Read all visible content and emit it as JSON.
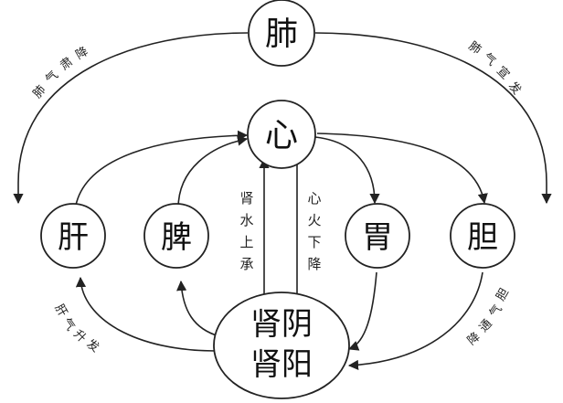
{
  "nodes": {
    "lung": "肺",
    "heart": "心",
    "liver": "肝",
    "spleen": "脾",
    "stomach": "胃",
    "gallbladder": "胆",
    "kidney_yin": "肾阴",
    "kidney_yang": "肾阳"
  },
  "labels": {
    "left_arc_top": [
      "肺",
      "气",
      "肃",
      "降"
    ],
    "right_arc_top": [
      "肺",
      "气",
      "宣",
      "发"
    ],
    "kidney_water": [
      "肾",
      "水",
      "上",
      "承"
    ],
    "heart_fire": [
      "心",
      "火",
      "下",
      "降"
    ],
    "liver_rise": [
      "肝",
      "气",
      "升",
      "发"
    ],
    "gall_descend": [
      "胆",
      "气",
      "通",
      "降"
    ]
  },
  "colors": {
    "stroke": "#222222",
    "background": "#ffffff"
  }
}
